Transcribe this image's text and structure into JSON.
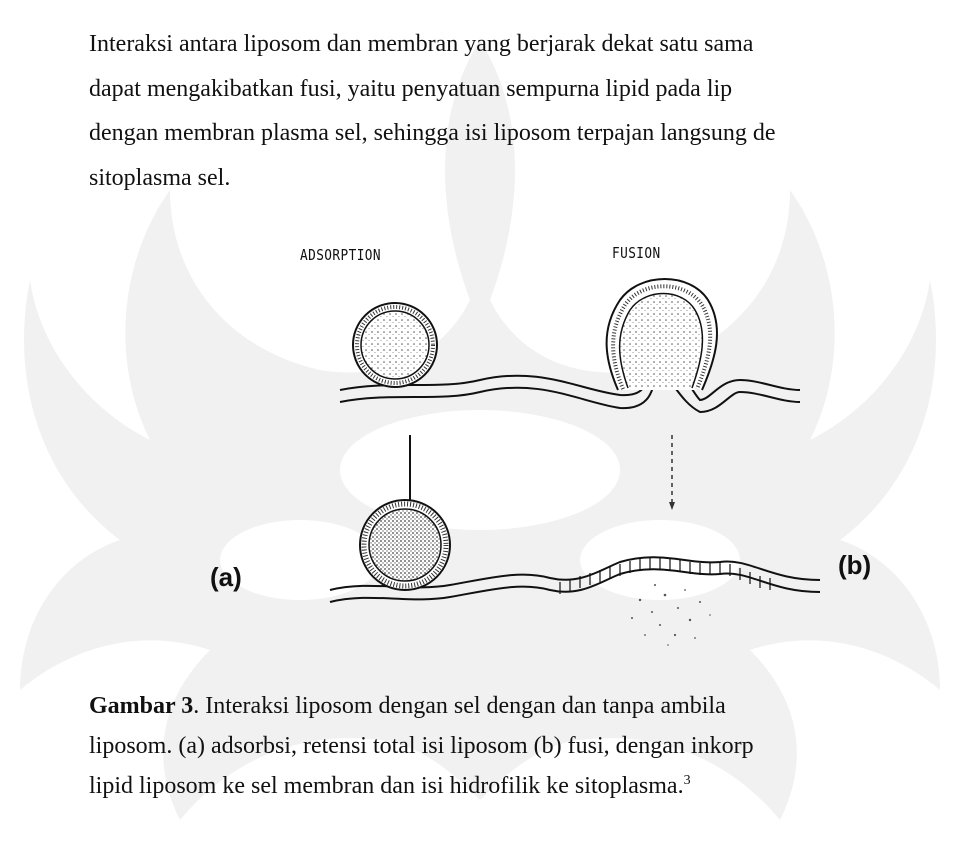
{
  "paragraph": {
    "lines": [
      "Interaksi antara liposom dan membran yang berjarak dekat satu sama",
      "dapat mengakibatkan fusi, yaitu penyatuan sempurna lipid pada lip",
      "dengan membran plasma sel, sehingga isi liposom terpajan langsung de",
      "sitoplasma sel."
    ]
  },
  "figure": {
    "label_adsorption": "ADSORPTION",
    "label_fusion": "FUSION",
    "panel_a": "(a)",
    "panel_b": "(b)"
  },
  "caption": {
    "lead": "Gambar 3",
    "line1_rest": ". Interaksi liposom dengan sel dengan dan tanpa ambila",
    "line2": "liposom. (a) adsorbsi, retensi total isi liposom (b) fusi, dengan inkorp",
    "line3_text": "lipid liposom ke sel membran dan isi hidrofilik ke sitoplasma.",
    "line3_ref": "3"
  }
}
